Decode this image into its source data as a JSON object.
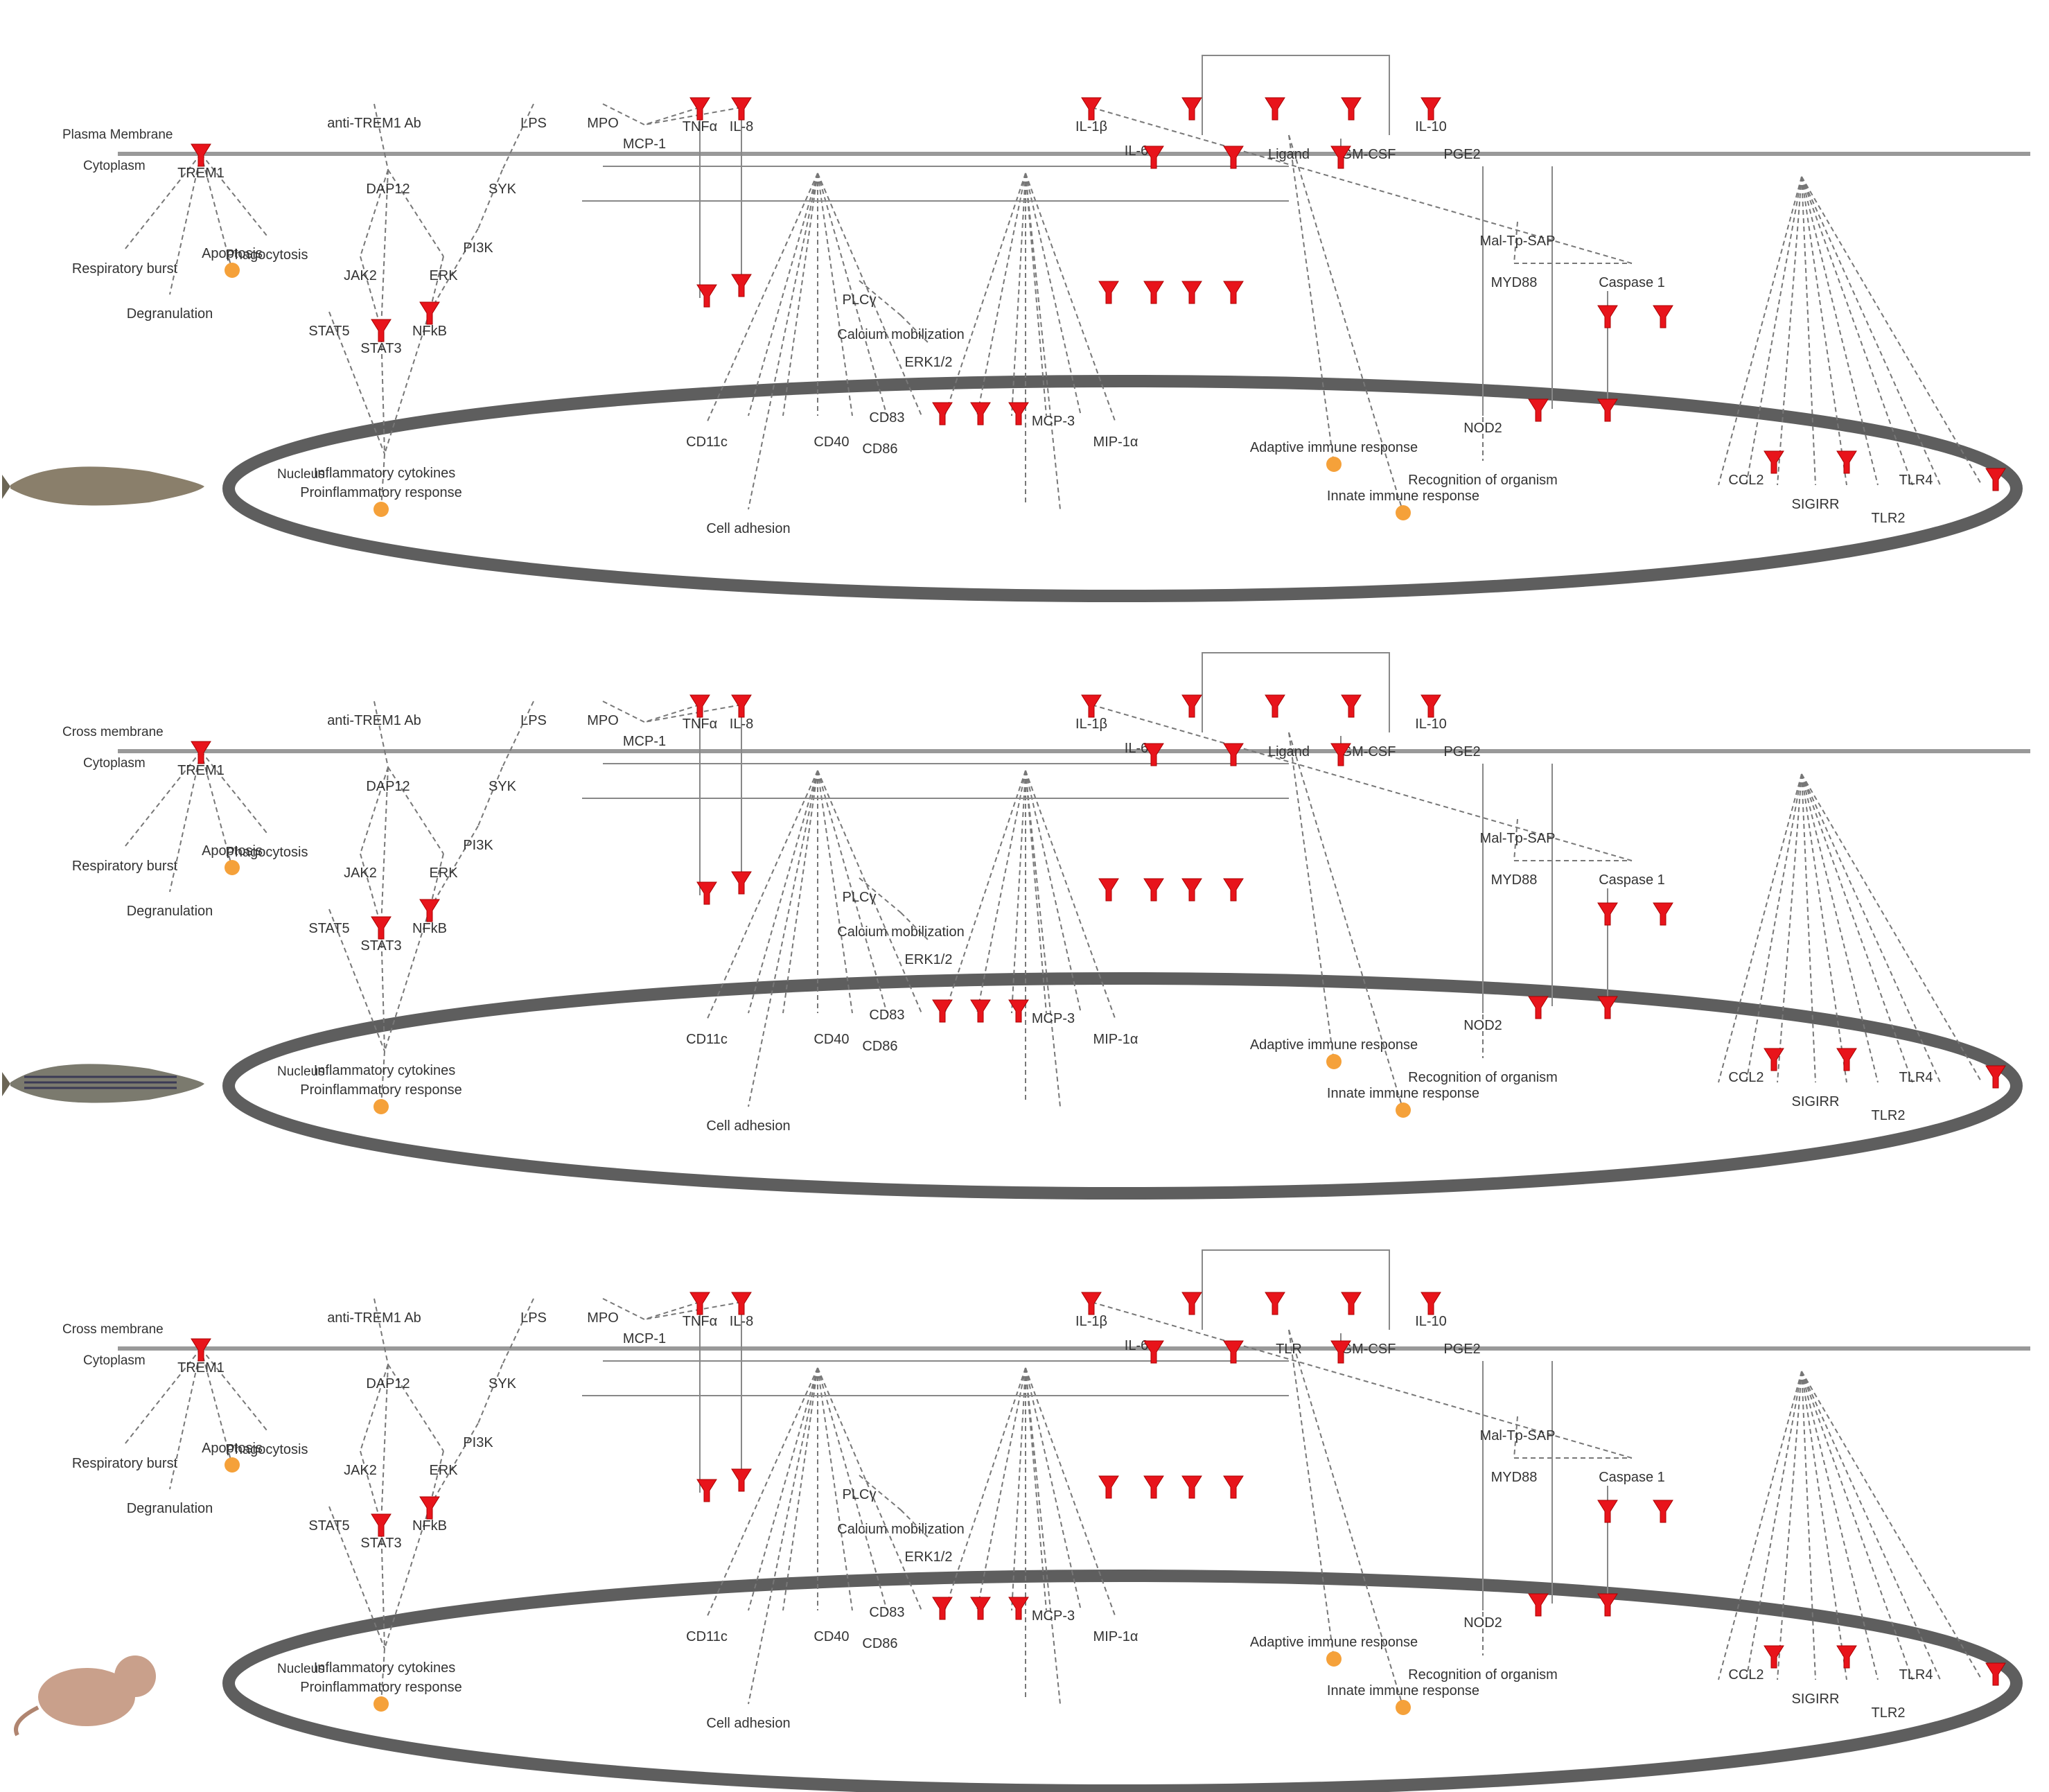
{
  "panels": [
    {
      "organism_icon": "medaka-fish-icon",
      "compartments": {
        "membrane": "Plasma Membrane",
        "cytoplasm": "Cytoplasm",
        "nucleus": "Nucleus"
      },
      "nodes": {
        "trem1_rec": "TREM1",
        "dap12": "DAP12",
        "lps": "LPS",
        "anti_ab": "anti-TREM1 Ab",
        "ligand": "Ligand",
        "plcg": "PLCγ",
        "syk": "SYK",
        "pi3k": "PI3K",
        "jak2": "JAK2",
        "erk": "ERK",
        "stat3": "STAT3",
        "stat5": "STAT5",
        "nfkb": "NFkB",
        "calcium": "Calcium mobilization",
        "mpo": "MPO",
        "mcp1": "MCP-1",
        "tnfa": "TNFα",
        "il8": "IL-8",
        "il1b": "IL-1β",
        "il6": "IL-6",
        "il10": "IL-10",
        "gmcsf": "GM-CSF",
        "pge2": "PGE2",
        "erk12": "ERK1/2",
        "cd11c": "CD11c",
        "cd40": "CD40",
        "cd86": "CD86",
        "cd83": "CD83",
        "mcp3": "MCP-3",
        "mip1a": "MIP-1α",
        "nod2": "NOD2",
        "mal": "Mal-Tp-SAP",
        "myd88": "MYD88",
        "casp1": "Caspase 1",
        "tlr2": "TLR2",
        "tlr4": "TLR4",
        "skirr": "SIGIRR",
        "ccl2": "CCL2",
        "phago": "Phagocytosis",
        "burst": "Respiratory burst",
        "apoptosis": "Apoptosis",
        "degran": "Degranulation",
        "infl_cyt": "Inflammatory cytokines",
        "proinfl": "Proinflammatory response",
        "adhesion": "Cell adhesion",
        "adaptive": "Adaptive immune response",
        "innate": "Innate immune response",
        "recog": "Recognition of organism"
      }
    },
    {
      "organism_icon": "zebrafish-icon",
      "compartments": {
        "membrane": "Cross membrane",
        "cytoplasm": "Cytoplasm",
        "nucleus": "Nucleus"
      },
      "nodes": {
        "trem1_rec": "TREM1",
        "dap12": "DAP12",
        "lps": "LPS",
        "anti_ab": "anti-TREM1 Ab",
        "ligand": "Ligand",
        "plcg": "PLCγ",
        "syk": "SYK",
        "pi3k": "PI3K",
        "jak2": "JAK2",
        "erk": "ERK",
        "stat3": "STAT3",
        "stat5": "STAT5",
        "nfkb": "NFkB",
        "calcium": "Calcium mobilization",
        "mpo": "MPO",
        "mcp1": "MCP-1",
        "tnfa": "TNFα",
        "il8": "IL-8",
        "il1b": "IL-1β",
        "il6": "IL-6",
        "il10": "IL-10",
        "gmcsf": "GM-CSF",
        "pge2": "PGE2",
        "erk12": "ERK1/2",
        "cd11c": "CD11c",
        "cd40": "CD40",
        "cd86": "CD86",
        "cd83": "CD83",
        "mcp3": "MCP-3",
        "mip1a": "MIP-1α",
        "nod2": "NOD2",
        "mal": "Mal-Tp-SAP",
        "myd88": "MYD88",
        "casp1": "Caspase 1",
        "tlr2": "TLR2",
        "tlr4": "TLR4",
        "skirr": "SIGIRR",
        "ccl2": "CCL2",
        "phago": "Phagocytosis",
        "burst": "Respiratory burst",
        "apoptosis": "Apoptosis",
        "degran": "Degranulation",
        "infl_cyt": "Inflammatory cytokines",
        "proinfl": "Proinflammatory response",
        "adhesion": "Cell adhesion",
        "adaptive": "Adaptive immune response",
        "innate": "Innate immune response",
        "recog": "Recognition of organism"
      }
    },
    {
      "organism_icon": "mouse-icon",
      "compartments": {
        "membrane": "Cross membrane",
        "cytoplasm": "Cytoplasm",
        "nucleus": "Nucleus"
      },
      "nodes": {
        "trem1_rec": "TREM1",
        "dap12": "DAP12",
        "lps": "LPS",
        "anti_ab": "anti-TREM1 Ab",
        "ligand": "TLR",
        "plcg": "PLCγ",
        "syk": "SYK",
        "pi3k": "PI3K",
        "jak2": "JAK2",
        "erk": "ERK",
        "stat3": "STAT3",
        "stat5": "STAT5",
        "nfkb": "NFkB",
        "calcium": "Calcium mobilization",
        "mpo": "MPO",
        "mcp1": "MCP-1",
        "tnfa": "TNFα",
        "il8": "IL-8",
        "il1b": "IL-1β",
        "il6": "IL-6",
        "il10": "IL-10",
        "gmcsf": "GM-CSF",
        "pge2": "PGE2",
        "erk12": "ERK1/2",
        "cd11c": "CD11c",
        "cd40": "CD40",
        "cd86": "CD86",
        "cd83": "CD83",
        "mcp3": "MCP-3",
        "mip1a": "MIP-1α",
        "nod2": "NOD2",
        "mal": "Mal-Tp-SAP",
        "myd88": "MYD88",
        "casp1": "Caspase 1",
        "tlr2": "TLR2",
        "tlr4": "TLR4",
        "skirr": "SIGIRR",
        "ccl2": "CCL2",
        "phago": "Phagocytosis",
        "burst": "Respiratory burst",
        "apoptosis": "Apoptosis",
        "degran": "Degranulation",
        "infl_cyt": "Inflammatory cytokines",
        "proinfl": "Proinflammatory response",
        "adhesion": "Cell adhesion",
        "adaptive": "Adaptive immune response",
        "innate": "Innate immune response",
        "recog": "Recognition of organism"
      }
    }
  ],
  "colors": {
    "upregulated": "#e8141b",
    "function_node": "#f5a13a",
    "membrane": "#999999",
    "nucleus_ring": "#5e5e5e",
    "edge": "#777777"
  }
}
